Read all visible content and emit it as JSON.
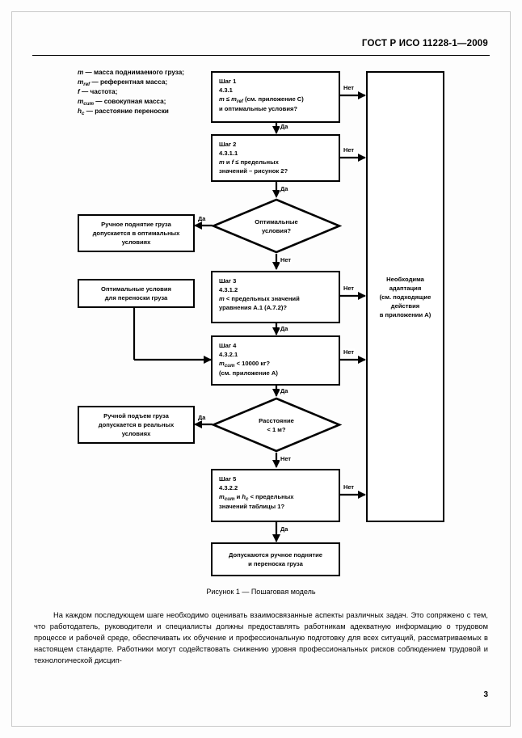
{
  "header": {
    "standard_title": "ГОСТ Р ИСО 11228-1—2009",
    "page_number": "3"
  },
  "legend": {
    "items": [
      {
        "sym": "m",
        "sub": "",
        "text": " — масса поднимаемого груза;"
      },
      {
        "sym": "m",
        "sub": "ref",
        "text": " — референтная масса;"
      },
      {
        "sym": "f",
        "sub": "",
        "text": " — частота;"
      },
      {
        "sym": "m",
        "sub": "cum",
        "text": " — совокупная масса;"
      },
      {
        "sym": "h",
        "sub": "c",
        "text": " — расстояние переноски"
      }
    ]
  },
  "flowchart": {
    "step1": {
      "lines": [
        "Шаг 1",
        "4.3.1",
        "m ≤ m",
        "и оптимальные условия?"
      ],
      "l1": "Шаг 1",
      "l2": "4.3.1",
      "l3_pre": "m ≤ m",
      "l3_sub": "ref",
      "l3_post": " (см. приложение C)",
      "l4": "и оптимальные условия?"
    },
    "step2": {
      "l1": "Шаг 2",
      "l2": "4.3.1.1",
      "l3": "m и f ≤ предельных",
      "l4": "значений – рисунок 2?"
    },
    "decision1": {
      "l1": "Оптимальные",
      "l2": "условия?"
    },
    "step3": {
      "l1": "Шаг 3",
      "l2": "4.3.1.2",
      "l3": "m < предельных значений",
      "l4": "уравнения A.1 (A.7.2)?"
    },
    "step4": {
      "l1": "Шаг 4",
      "l2": "4.3.2.1",
      "l3_pre": "m",
      "l3_sub": "cum",
      "l3_post": " < 10000 кг?",
      "l4": "(см. приложение А)"
    },
    "decision2": {
      "l1": "Расстояние",
      "l2": "< 1 м?"
    },
    "step5": {
      "l1": "Шаг 5",
      "l2": "4.3.2.2",
      "l3_pre": "m",
      "l3_sub": "cum",
      "l3_mid": " и h",
      "l3_sub2": "c",
      "l3_post": " < предельных",
      "l4": "значений таблицы 1?"
    },
    "result_optimal_lift": {
      "l1": "Ручное поднятие груза",
      "l2": "допускается в оптимальных",
      "l3": "условиях"
    },
    "result_optimal_carry": {
      "l1": "Оптимальные условия",
      "l2": "для переноски груза"
    },
    "result_real_lift": {
      "l1": "Ручной подъем груза",
      "l2": "допускается в реальных",
      "l3": "условиях"
    },
    "result_final": {
      "l1": "Допускаются ручное поднятие",
      "l2": "и переноска груза"
    },
    "adaptation": {
      "l1": "Необходима",
      "l2": "адаптация",
      "l3": "(см. подходящие",
      "l4": "действия",
      "l5": "в приложении А)"
    },
    "labels": {
      "yes": "Да",
      "no": "Нет"
    }
  },
  "caption": "Рисунок 1 — Пошаговая модель",
  "body": {
    "paragraph": "На каждом последующем шаге необходимо оценивать взаимосвязанные аспекты различных задач. Это сопряжено с тем, что работодатель, руководители и специалисты должны предоставлять работникам адекватную информацию о трудовом процессе и рабочей среде, обеспечивать их обучение и профессио­нальную подготовку для всех ситуаций, рассматриваемых в настоящем стандарте. Работники могут содей­ствовать снижению уровня профессиональных рисков соблюдением трудовой и технологической дисцип-"
  }
}
